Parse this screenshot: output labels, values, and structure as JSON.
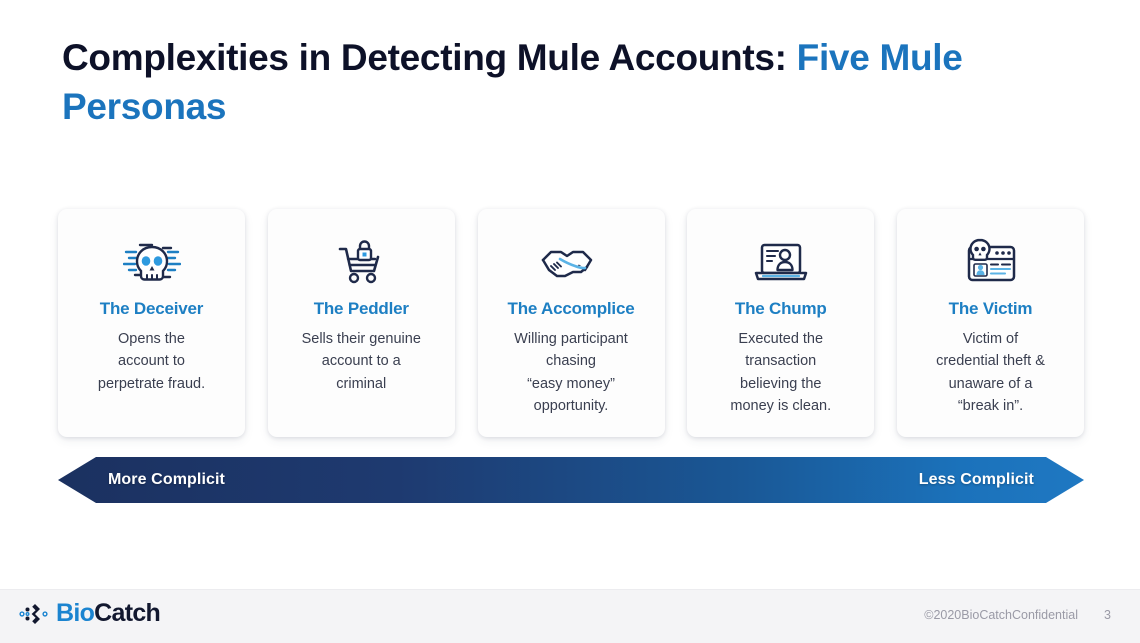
{
  "slide": {
    "title_dark": "Complexities in Detecting Mule Accounts: ",
    "title_blue": "Five Mule Personas",
    "accent_blue": "#1b74bd",
    "title_dark_color": "#0d1128",
    "card_title_color": "#1d7fc3"
  },
  "cards": [
    {
      "icon": "skull-glitch-icon",
      "title": "The Deceiver",
      "desc": "Opens the\naccount to\nperpetrate fraud."
    },
    {
      "icon": "cart-lock-icon",
      "title": "The Peddler",
      "desc": "Sells their genuine\naccount to a\ncriminal"
    },
    {
      "icon": "handshake-icon",
      "title": "The Accomplice",
      "desc": "Willing participant\nchasing\n“easy money”\nopportunity."
    },
    {
      "icon": "laptop-person-icon",
      "title": "The Chump",
      "desc": "Executed the\ntransaction\nbelieving the\nmoney is clean."
    },
    {
      "icon": "id-card-skull-icon",
      "title": "The Victim",
      "desc": "Victim of\ncredential theft &\nunaware of a\n“break in”."
    }
  ],
  "arrow": {
    "left_label": "More Complicit",
    "right_label": "Less Complicit",
    "gradient_start": "#1b3160",
    "gradient_end": "#1f78c2"
  },
  "footer": {
    "logo_bio": "Bio",
    "logo_catch": "Catch",
    "copyright": "©2020BioCatchConfidential",
    "page_number": "3"
  }
}
